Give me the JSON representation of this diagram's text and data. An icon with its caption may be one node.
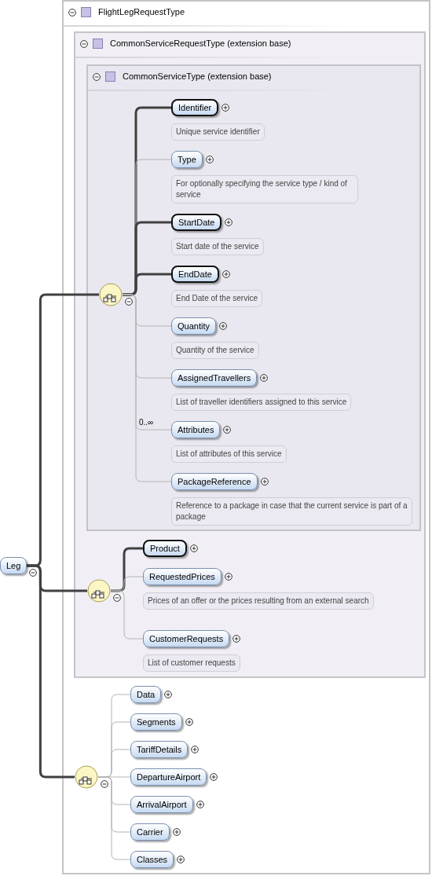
{
  "diagram": {
    "nodes": [
      {
        "text": [
          "Leg"
        ]
      },
      {
        "text": [
          "FlightLegRequestType"
        ]
      },
      {
        "text": [
          "CommonServiceRequestType (extension base)"
        ],
        "in": 1
      },
      {
        "text": [
          "CommonServiceType (extension base)"
        ],
        "in": 2
      },
      {
        "text": [],
        "shape": "circle",
        "in": 3
      },
      {
        "text": [
          "Identifier",
          "Unique service identifier"
        ],
        "in": 3
      },
      {
        "text": [
          "Type",
          "For optionally specifying the service type / kind of service"
        ],
        "in": 3
      },
      {
        "text": [
          "StartDate",
          "Start date of the service"
        ],
        "in": 3
      },
      {
        "text": [
          "EndDate",
          "End Date of the service"
        ],
        "in": 3
      },
      {
        "text": [
          "Quantity",
          "Quantity of the service"
        ],
        "in": 3
      },
      {
        "text": [
          "AssignedTravellers",
          "List of traveller identifiers assigned to this service"
        ],
        "in": 3
      },
      {
        "text": [
          "Attributes",
          "List of attributes of this service"
        ],
        "in": 3
      },
      {
        "text": [
          "PackageReference",
          "Reference to a package in case that the current service is part of a package"
        ],
        "in": 3
      },
      {
        "text": [],
        "shape": "circle",
        "in": 2
      },
      {
        "text": [
          "Product"
        ],
        "in": 2
      },
      {
        "text": [
          "RequestedPrices",
          "Prices of an offer or the prices resulting from an external search"
        ],
        "in": 2
      },
      {
        "text": [
          "CustomerRequests",
          "List of customer requests"
        ],
        "in": 2
      },
      {
        "text": [],
        "shape": "circle",
        "in": 1
      },
      {
        "text": [
          "Data"
        ],
        "in": 1
      },
      {
        "text": [
          "Segments"
        ],
        "in": 1
      },
      {
        "text": [
          "TariffDetails"
        ],
        "in": 1
      },
      {
        "text": [
          "DepartureAirport"
        ],
        "in": 1
      },
      {
        "text": [
          "ArrivalAirport"
        ],
        "in": 1
      },
      {
        "text": [
          "Carrier"
        ],
        "in": 1
      },
      {
        "text": [
          "Classes"
        ],
        "in": 1
      }
    ],
    "edges": [
      {
        "from": 0,
        "to": 4,
        "arrow": "none",
        "style": "thick",
        "color": "#404040"
      },
      {
        "from": 0,
        "to": 13,
        "arrow": "none",
        "style": "thick",
        "color": "#404040"
      },
      {
        "from": 0,
        "to": 17,
        "arrow": "none",
        "style": "thick",
        "color": "#404040"
      },
      {
        "from": 4,
        "to": 5,
        "arrow": "none",
        "style": "thick",
        "color": "#404040"
      },
      {
        "from": 4,
        "to": 6,
        "arrow": "none"
      },
      {
        "from": 4,
        "to": 7,
        "arrow": "none",
        "style": "thick",
        "color": "#404040"
      },
      {
        "from": 4,
        "to": 8,
        "arrow": "none",
        "style": "thick",
        "color": "#404040"
      },
      {
        "from": 4,
        "to": 9,
        "arrow": "none"
      },
      {
        "from": 4,
        "to": 10,
        "arrow": "none"
      },
      {
        "from": 4,
        "to": 11,
        "arrow": "none",
        "label": "0..∞"
      },
      {
        "from": 4,
        "to": 12,
        "arrow": "none"
      },
      {
        "from": 13,
        "to": 14,
        "arrow": "none",
        "style": "thick",
        "color": "#404040"
      },
      {
        "from": 13,
        "to": 15,
        "arrow": "none"
      },
      {
        "from": 13,
        "to": 16,
        "arrow": "none"
      },
      {
        "from": 17,
        "to": 18,
        "arrow": "none"
      },
      {
        "from": 17,
        "to": 19,
        "arrow": "none"
      },
      {
        "from": 17,
        "to": 20,
        "arrow": "none"
      },
      {
        "from": 17,
        "to": 21,
        "arrow": "none"
      },
      {
        "from": 17,
        "to": 22,
        "arrow": "none"
      },
      {
        "from": 17,
        "to": 23,
        "arrow": "none"
      },
      {
        "from": 17,
        "to": 24,
        "arrow": "none"
      }
    ]
  }
}
